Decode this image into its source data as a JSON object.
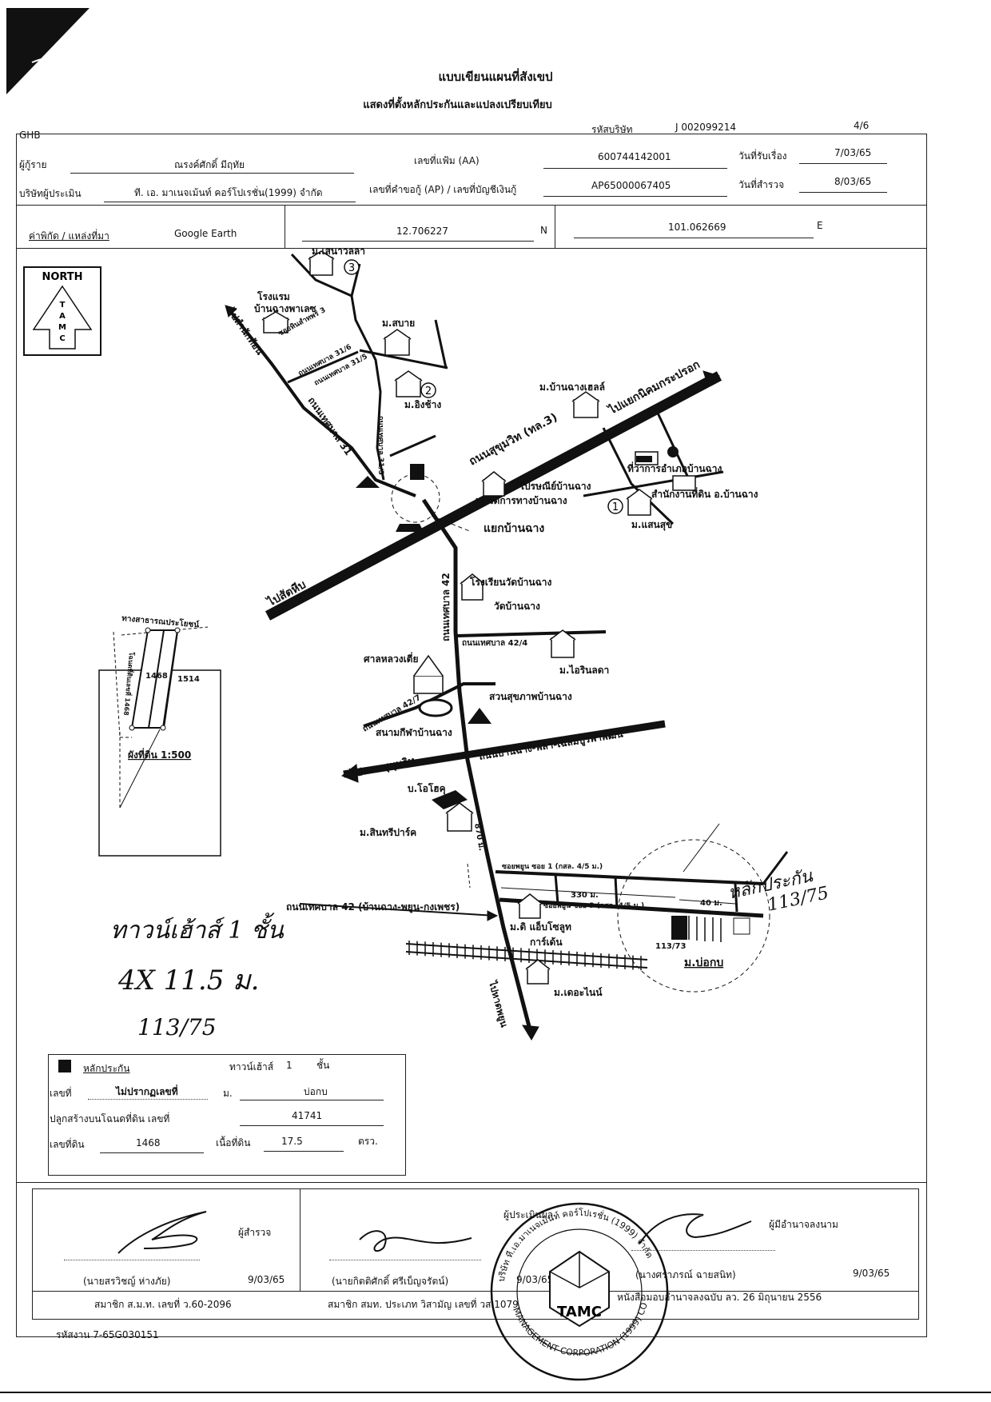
{
  "header": {
    "title": "แบบเขียนแผนที่สังเขป",
    "subtitle": "แสดงที่ตั้งหลักประกันและแปลงเปรียบเทียบ",
    "bank_code": "GHB",
    "company_code_label": "รหัสบริษัท",
    "company_code": "J 002099214",
    "page": "4/6"
  },
  "info": {
    "borrower_label": "ผู้กู้ราย",
    "borrower": "ณรงค์ศักดิ์  มีฤทัย",
    "file_no_label": "เลขที่แฟ้ม (AA)",
    "file_no": "600744142001",
    "received_label": "วันที่รับเรื่อง",
    "received": "7/03/65",
    "appraiser_label": "บริษัทผู้ประเมิน",
    "appraiser": "ที. เอ. มาเนจเม้นท์ คอร์โปเรชั่น(1999) จำกัด",
    "request_no_label": "เลขที่คำขอกู้ (AP) / เลขที่บัญชีเงินกู้",
    "request_no": "AP65000067405",
    "survey_label": "วันที่สำรวจ",
    "survey": "8/03/65",
    "coord_label": "ค่าพิกัด / แหล่งที่มา",
    "coord_source": "Google Earth",
    "lat": "12.706227",
    "lat_dir": "N",
    "lon": "101.062669",
    "lon_dir": "E"
  },
  "map": {
    "north_label": "NORTH",
    "north_letters": [
      "T",
      "A",
      "M",
      "C"
    ],
    "labels": {
      "sena_villa": "ม.เสนาวิลล่า",
      "hotel": "โรงแรม",
      "hotel2": "บ้านฉางพาเลซ",
      "to_pak_yok": "ไปสำนักท้อน",
      "soi_30_3": "ซอยหินสำทพร่ 3",
      "sabai": "ม.สบาย",
      "tb31_6": "ถนนเทศบาล 31/6",
      "tb31_5": "ถนนเทศบาล 31/5",
      "tb31_3": "ถนนเทศบาล 31/3",
      "ing_chang": "ม.อิงช้าง",
      "ban_chang_hills": "ม.บ้านฉางเฮลล์",
      "to_nikhom": "ไปแยกนิคมกระปรอก",
      "tb31": "ถนนเทศบาล 31",
      "sukhumvit": "ถนนสุขุมวิท (ทล.3)",
      "district_office": "ที่ว่าการอำเภอบ้านฉาง",
      "land_office": "สำนักงานที่ดิน อ.บ้านฉาง",
      "post_office": "ไปรษณีย์บ้านฉาง",
      "police": "หมวดการทางบ้านฉาง",
      "saen_suk": "ม.แสนสุข",
      "junction": "แยกบ้านฉาง",
      "to_sattahip": "ไปสัตหีบ",
      "school": "โรงเรียนวัดบ้านฉาง",
      "wat": "วัดบ้านฉาง",
      "tb42": "ถนนเทศบาล 42",
      "tb42_4": "ถนนเทศบาล 42/4",
      "irin_lada": "ม.ไอรินลดา",
      "shrine": "ศาลหลวงเตี่ย",
      "park": "สวนสุขภาพบ้านฉาง",
      "tb42_7": "ถนนเทศบาล 42/7",
      "stadium": "สนามกีฬาบ้านฉาง",
      "to_sukhumvit": "ไปถนนสุขุมวิท",
      "road_plaa": "ถนนบ้านฉาง-พลา-เฉลิมบูรพาพัฒน์",
      "ohoko": "บ.โอโฮคุ",
      "sinthri_park": "ม.สินทรีปาร์ค",
      "dist_870": "870 ม.",
      "soi_phayun1": "ซอยพยูน ซอย 1 (กสล. 4/5 ม.)",
      "dist_330": "330 ม.",
      "dist_40": "40 ม.",
      "soi_phayun3": "ซอยพยูน ซอย 3 (กสล. 4/5 ม.)",
      "tb42_long": "ถนนเทศบาล 42 (บ้านฉาง-พยูน-กงเพชร)",
      "city_gold": "ม.ดิ แอ็บโซลูท",
      "city_gold2": "การ์เด้น",
      "plot_no": "113/73",
      "bo_kop": "ม.บ่อกบ",
      "to_phayun": "ไปหาดพยูน",
      "the_nine": "ม.เดอะไนน์",
      "no1": "1",
      "no2": "2",
      "no3": "3"
    },
    "plan": {
      "road_label": "ทางสาธารณประโยชน์",
      "side_label": "โฉนดที่ดินเลขที่ 1468",
      "plot_a": "1468",
      "plot_b": "1514",
      "scale": "ผังที่ดิน 1:500"
    },
    "handwriting": {
      "line1": "ทาวน์เฮ้าส์ 1 ชั้น",
      "line2": "4X 11.5 ม.",
      "line3": "113/75",
      "corner1": "หลักประกัน",
      "corner2": "113/75"
    }
  },
  "legend": {
    "collateral_label": "หลักประกัน",
    "type": "ทาวน์เฮ้าส์",
    "floors": "1",
    "floors_unit": "ชั้น",
    "house_no_label": "เลขที่",
    "house_no": "ไม่ปรากฏเลขที่",
    "village_label": "ม.",
    "village": "บ่อกบ",
    "deed_label": "ปลูกสร้างบนโฉนดที่ดิน เลขที่",
    "deed": "41741",
    "land_no_label": "เลขที่ดิน",
    "land_no": "1468",
    "area_label": "เนื้อที่ดิน",
    "area": "17.5",
    "area_unit": "ตรว."
  },
  "signatures": {
    "surveyor_role": "ผู้สำรวจ",
    "surveyor_name": "(นายสรวิชญ์  ห่างภัย)",
    "surveyor_date": "9/03/65",
    "surveyor_member": "สมาชิก ส.ม.ท. เลขที่ ว.60-2096",
    "appraiser_role": "ผู้ประเมินผล",
    "appraiser_name": "(นายกิตติศักดิ์  ศรีเบ็ญจรัตน์)",
    "appraiser_date": "9/03/65",
    "appraiser_member": "สมาชิก สมท. ประเภท วิสามัญ  เลขที่ วส.1079",
    "authorized_role": "ผู้มีอำนาจลงนาม",
    "authorized_name": "(นางศราภรณ์  ฉายสนิท)",
    "authorized_date": "9/03/65",
    "authorized_ref": "หนังสือมอบอำนาจลงฉบับ ลว. 26 มิถุนายน 2556",
    "stamp_top": "บริษัท ที.เอ.มาเนจเม้นท์ คอร์โปเรชั่น (1999) จำกัด",
    "stamp_bottom": "MANAGEMENT CORPORATION (1999) CO.,LTD.",
    "stamp_logo": "TAMC",
    "job_code": "รหัสงาน 7-65G030151"
  }
}
